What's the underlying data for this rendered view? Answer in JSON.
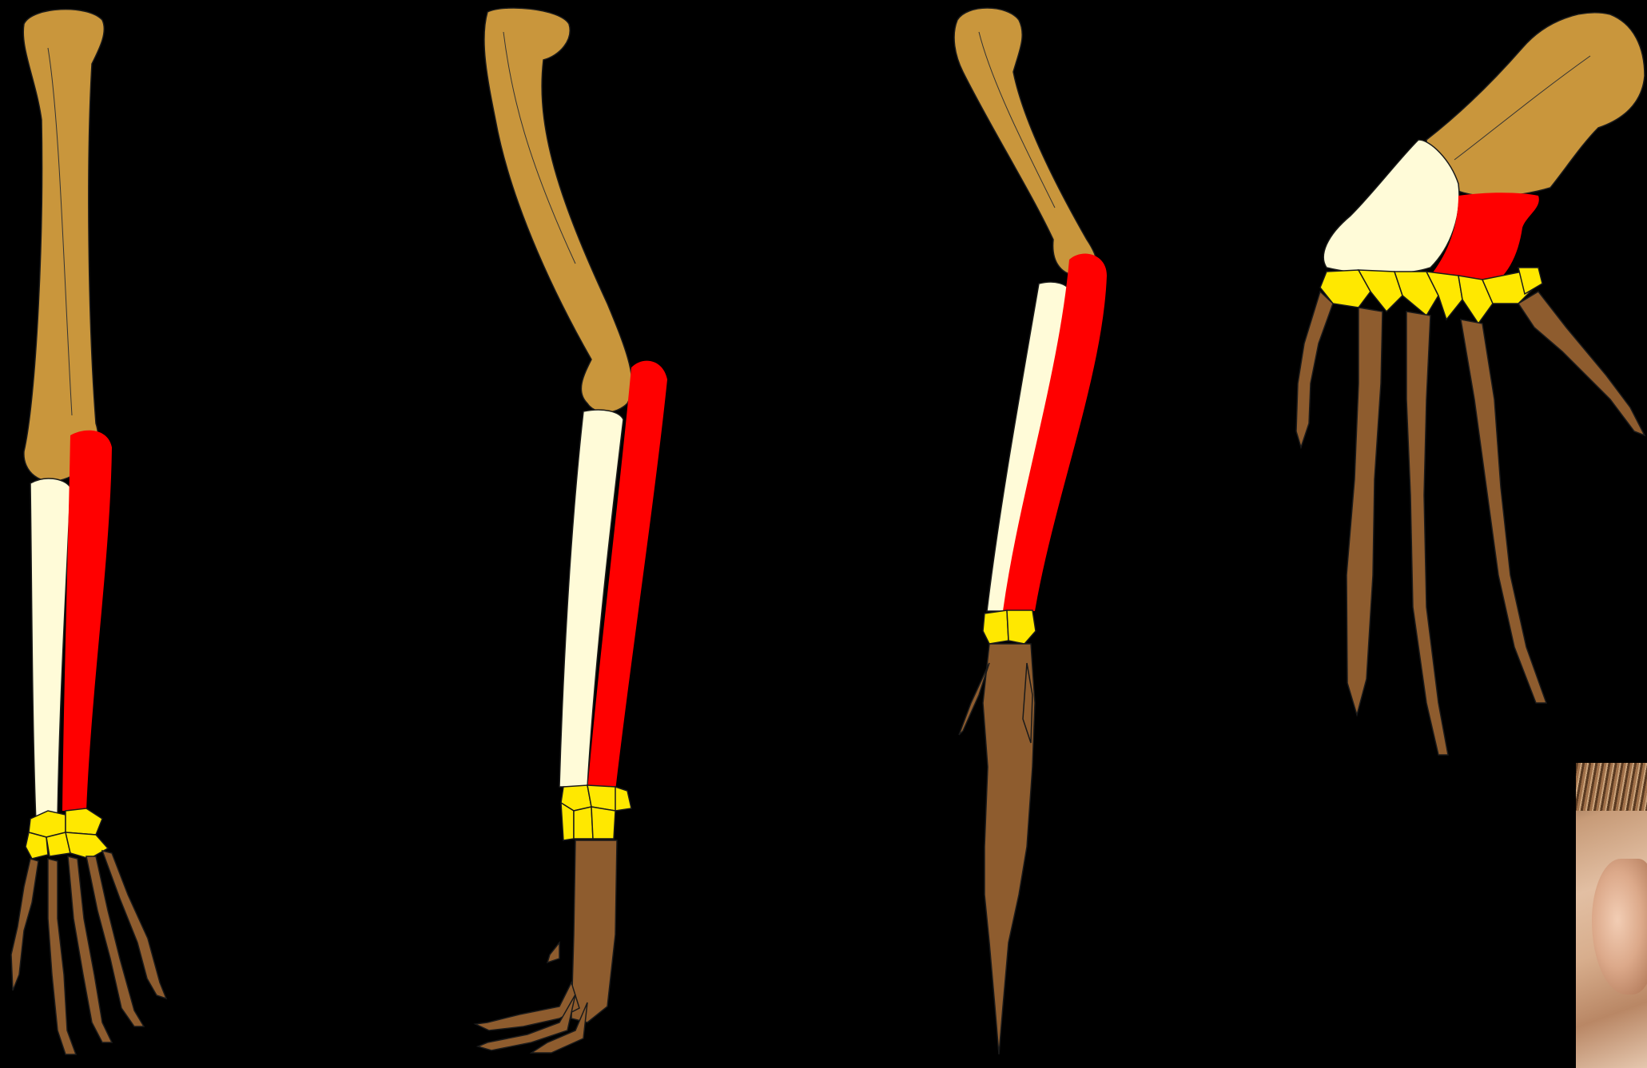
{
  "diagram": {
    "description_visible_text": "",
    "colors": {
      "background": "#000000",
      "humerus": "#C9963C",
      "ulna": "#FFFBD8",
      "radius": "#FF0000",
      "carpals": "#FFE800",
      "phalanges": "#8E5C2E",
      "outline": "#1a1a1a"
    },
    "limbs": [
      {
        "id": "limb-1"
      },
      {
        "id": "limb-2"
      },
      {
        "id": "limb-3"
      },
      {
        "id": "limb-4"
      }
    ],
    "photo": {
      "icon": "ear-photo"
    }
  }
}
